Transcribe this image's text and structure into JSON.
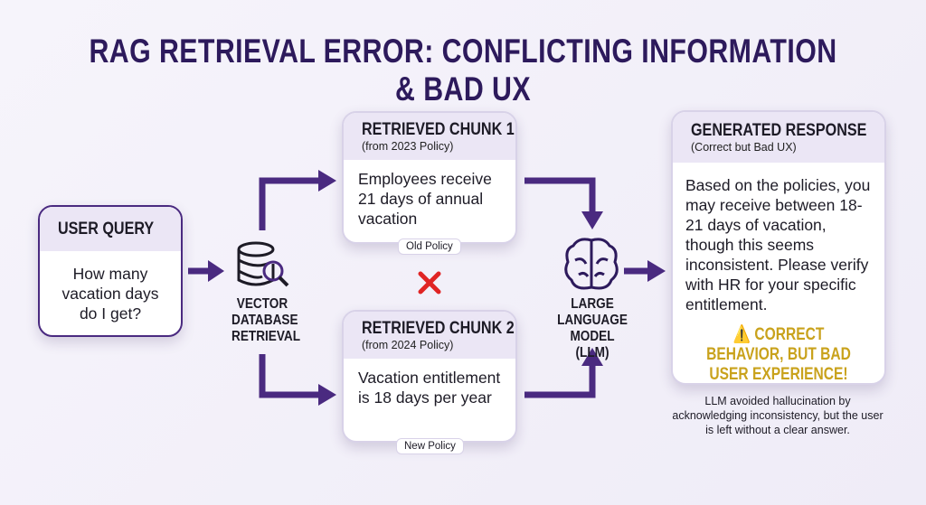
{
  "title": "RAG RETRIEVAL ERROR: CONFLICTING INFORMATION & BAD UX",
  "user_query": {
    "header": "USER QUERY",
    "text": "How many vacation days do I get?",
    "icon": "chat-bubbles-icon"
  },
  "retrieval": {
    "label_lines": [
      "VECTOR",
      "DATABASE",
      "RETRIEVAL"
    ],
    "icon": "database-search-icon"
  },
  "chunk1": {
    "header": "RETRIEVED CHUNK 1",
    "sub": "(from 2023 Policy)",
    "text": "Employees receive 21 days of annual vacation",
    "tag": "Old Policy",
    "icon": "calendar-icon"
  },
  "chunk2": {
    "header": "RETRIEVED CHUNK 2",
    "sub": "(from 2024 Policy)",
    "text": "Vacation entitlement is 18 days per year",
    "tag": "New Policy",
    "icon": "calendar-icon"
  },
  "conflict_icon": "red-x-icon",
  "llm": {
    "label_lines": [
      "LARGE",
      "LANGUAGE",
      "MODEL (LLM)"
    ],
    "icon": "brain-icon"
  },
  "response": {
    "header": "GENERATED RESPONSE",
    "sub": "(Correct but Bad UX)",
    "text": "Based on the policies, you may receive between 18-21 days of vacation, though this seems inconsistent. Please verify with HR for your specific entitlement.",
    "warning": "CORRECT BEHAVIOR, BUT BAD USER EXPERIENCE!",
    "icon": "edit-icon"
  },
  "caption": "LLM avoided hallucination by acknowledging inconsistency, but the user is left without a clear answer.",
  "colors": {
    "accent": "#4a2a80",
    "title": "#2d1a5c",
    "warning": "#c9a21c",
    "error": "#e02424"
  }
}
